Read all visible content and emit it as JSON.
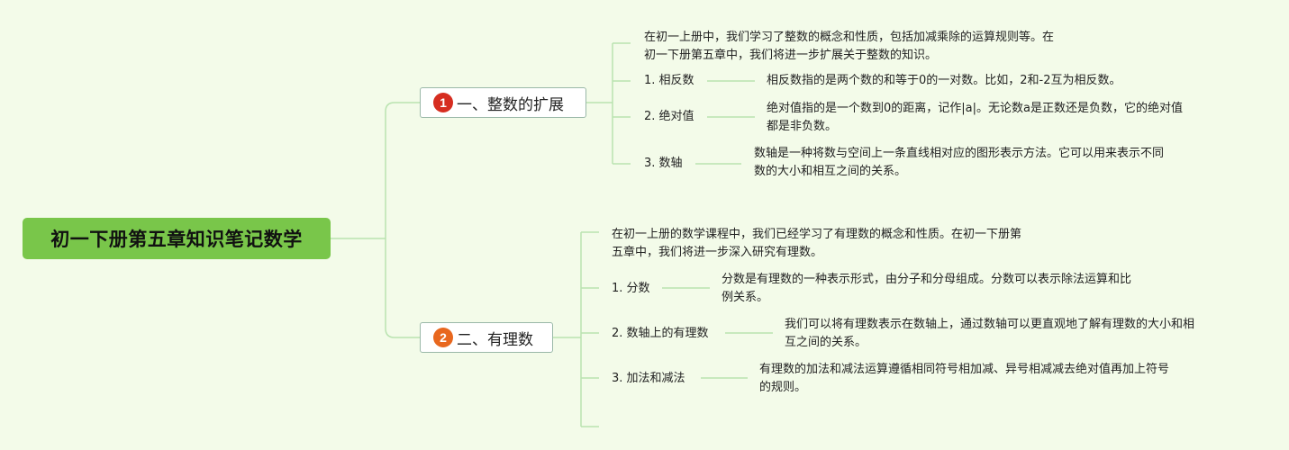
{
  "root": {
    "title": "初一下册第五章知识笔记数学"
  },
  "branches": [
    {
      "badge": "1",
      "badge_color": "#d62d20",
      "title": "一、整数的扩展",
      "intro": [
        "在初一上册中，我们学习了整数的概念和性质，包括加减乘除的运算规则等。在",
        "初一下册第五章中，我们将进一步扩展关于整数的知识。"
      ],
      "items": [
        {
          "label": "1. 相反数",
          "desc": [
            "相反数指的是两个数的和等于0的一对数。比如，2和-2互为相反数。"
          ]
        },
        {
          "label": "2. 绝对值",
          "desc": [
            "绝对值指的是一个数到0的距离，记作|a|。无论数a是正数还是负数，它的绝对值",
            "都是非负数。"
          ]
        },
        {
          "label": "3. 数轴",
          "desc": [
            "数轴是一种将数与空间上一条直线相对应的图形表示方法。它可以用来表示不同",
            "数的大小和相互之间的关系。"
          ]
        }
      ]
    },
    {
      "badge": "2",
      "badge_color": "#e8671e",
      "title": "二、有理数",
      "intro": [
        "在初一上册的数学课程中，我们已经学习了有理数的概念和性质。在初一下册第",
        "五章中，我们将进一步深入研究有理数。"
      ],
      "items": [
        {
          "label": "1. 分数",
          "desc": [
            "分数是有理数的一种表示形式，由分子和分母组成。分数可以表示除法运算和比",
            "例关系。"
          ]
        },
        {
          "label": "2. 数轴上的有理数",
          "desc": [
            "我们可以将有理数表示在数轴上，通过数轴可以更直观地了解有理数的大小和相",
            "互之间的关系。"
          ]
        },
        {
          "label": "3. 加法和减法",
          "desc": [
            "有理数的加法和减法运算遵循相同符号相加减、异号相减减去绝对值再加上符号",
            "的规则。"
          ]
        }
      ]
    }
  ],
  "colors": {
    "background": "#f3fbe9",
    "root": "#79c64a",
    "connector": "#b9e3b0",
    "branch_border": "#9ab8a8"
  }
}
